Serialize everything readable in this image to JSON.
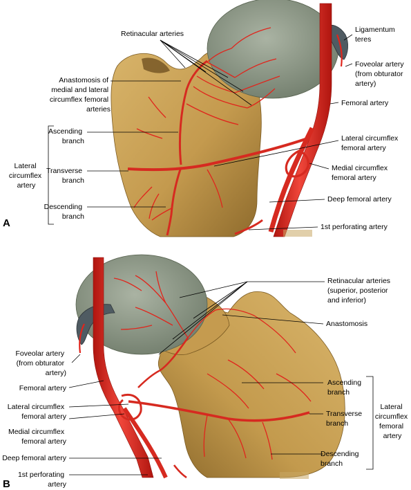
{
  "panels": {
    "a": {
      "letter": "A",
      "labels": {
        "retinacular": "Retinacular arteries",
        "anastomosis": [
          "Anastomosis of",
          "medial and lateral",
          "circumflex femoral",
          "arteries"
        ],
        "ligamentum": [
          "Ligamentum",
          "teres"
        ],
        "foveolar": [
          "Foveolar artery",
          "(from obturator",
          "artery)"
        ],
        "femoral": "Femoral artery",
        "lat_circ": [
          "Lateral circumflex",
          "femoral artery"
        ],
        "med_circ": [
          "Medial circumflex",
          "femoral artery"
        ],
        "deep_fem": "Deep femoral artery",
        "perforating": "1st perforating artery",
        "ascending": [
          "Ascending",
          "branch"
        ],
        "transverse": [
          "Transverse",
          "branch"
        ],
        "descending": [
          "Descending",
          "branch"
        ],
        "group": [
          "Lateral",
          "circumflex",
          "artery"
        ]
      }
    },
    "b": {
      "letter": "B",
      "labels": {
        "retinacular": [
          "Retinacular arteries",
          "(superior, posterior",
          "and inferior)"
        ],
        "anastomosis": "Anastomosis",
        "foveolar": [
          "Foveolar artery",
          "(from obturator",
          "artery)"
        ],
        "femoral": "Femoral artery",
        "lat_circ": [
          "Lateral circumflex",
          "femoral artery"
        ],
        "med_circ": [
          "Medial circumflex",
          "femoral artery"
        ],
        "deep_fem": "Deep femoral artery",
        "perforating": [
          "1st perforating",
          "artery"
        ],
        "ascending": [
          "Ascending",
          "branch"
        ],
        "transverse": [
          "Transverse",
          "branch"
        ],
        "descending": [
          "Descending",
          "branch"
        ],
        "group": [
          "Lateral",
          "circumflex",
          "femoral",
          "artery"
        ]
      }
    }
  },
  "colors": {
    "artery": "#e0251c",
    "artery_dark": "#a8130e",
    "bone": "#c49a4e",
    "bone_shadow": "#8d6a2c",
    "cartilage": "#8f9a88",
    "ligament": "#5f6b72",
    "leader": "#000000"
  }
}
